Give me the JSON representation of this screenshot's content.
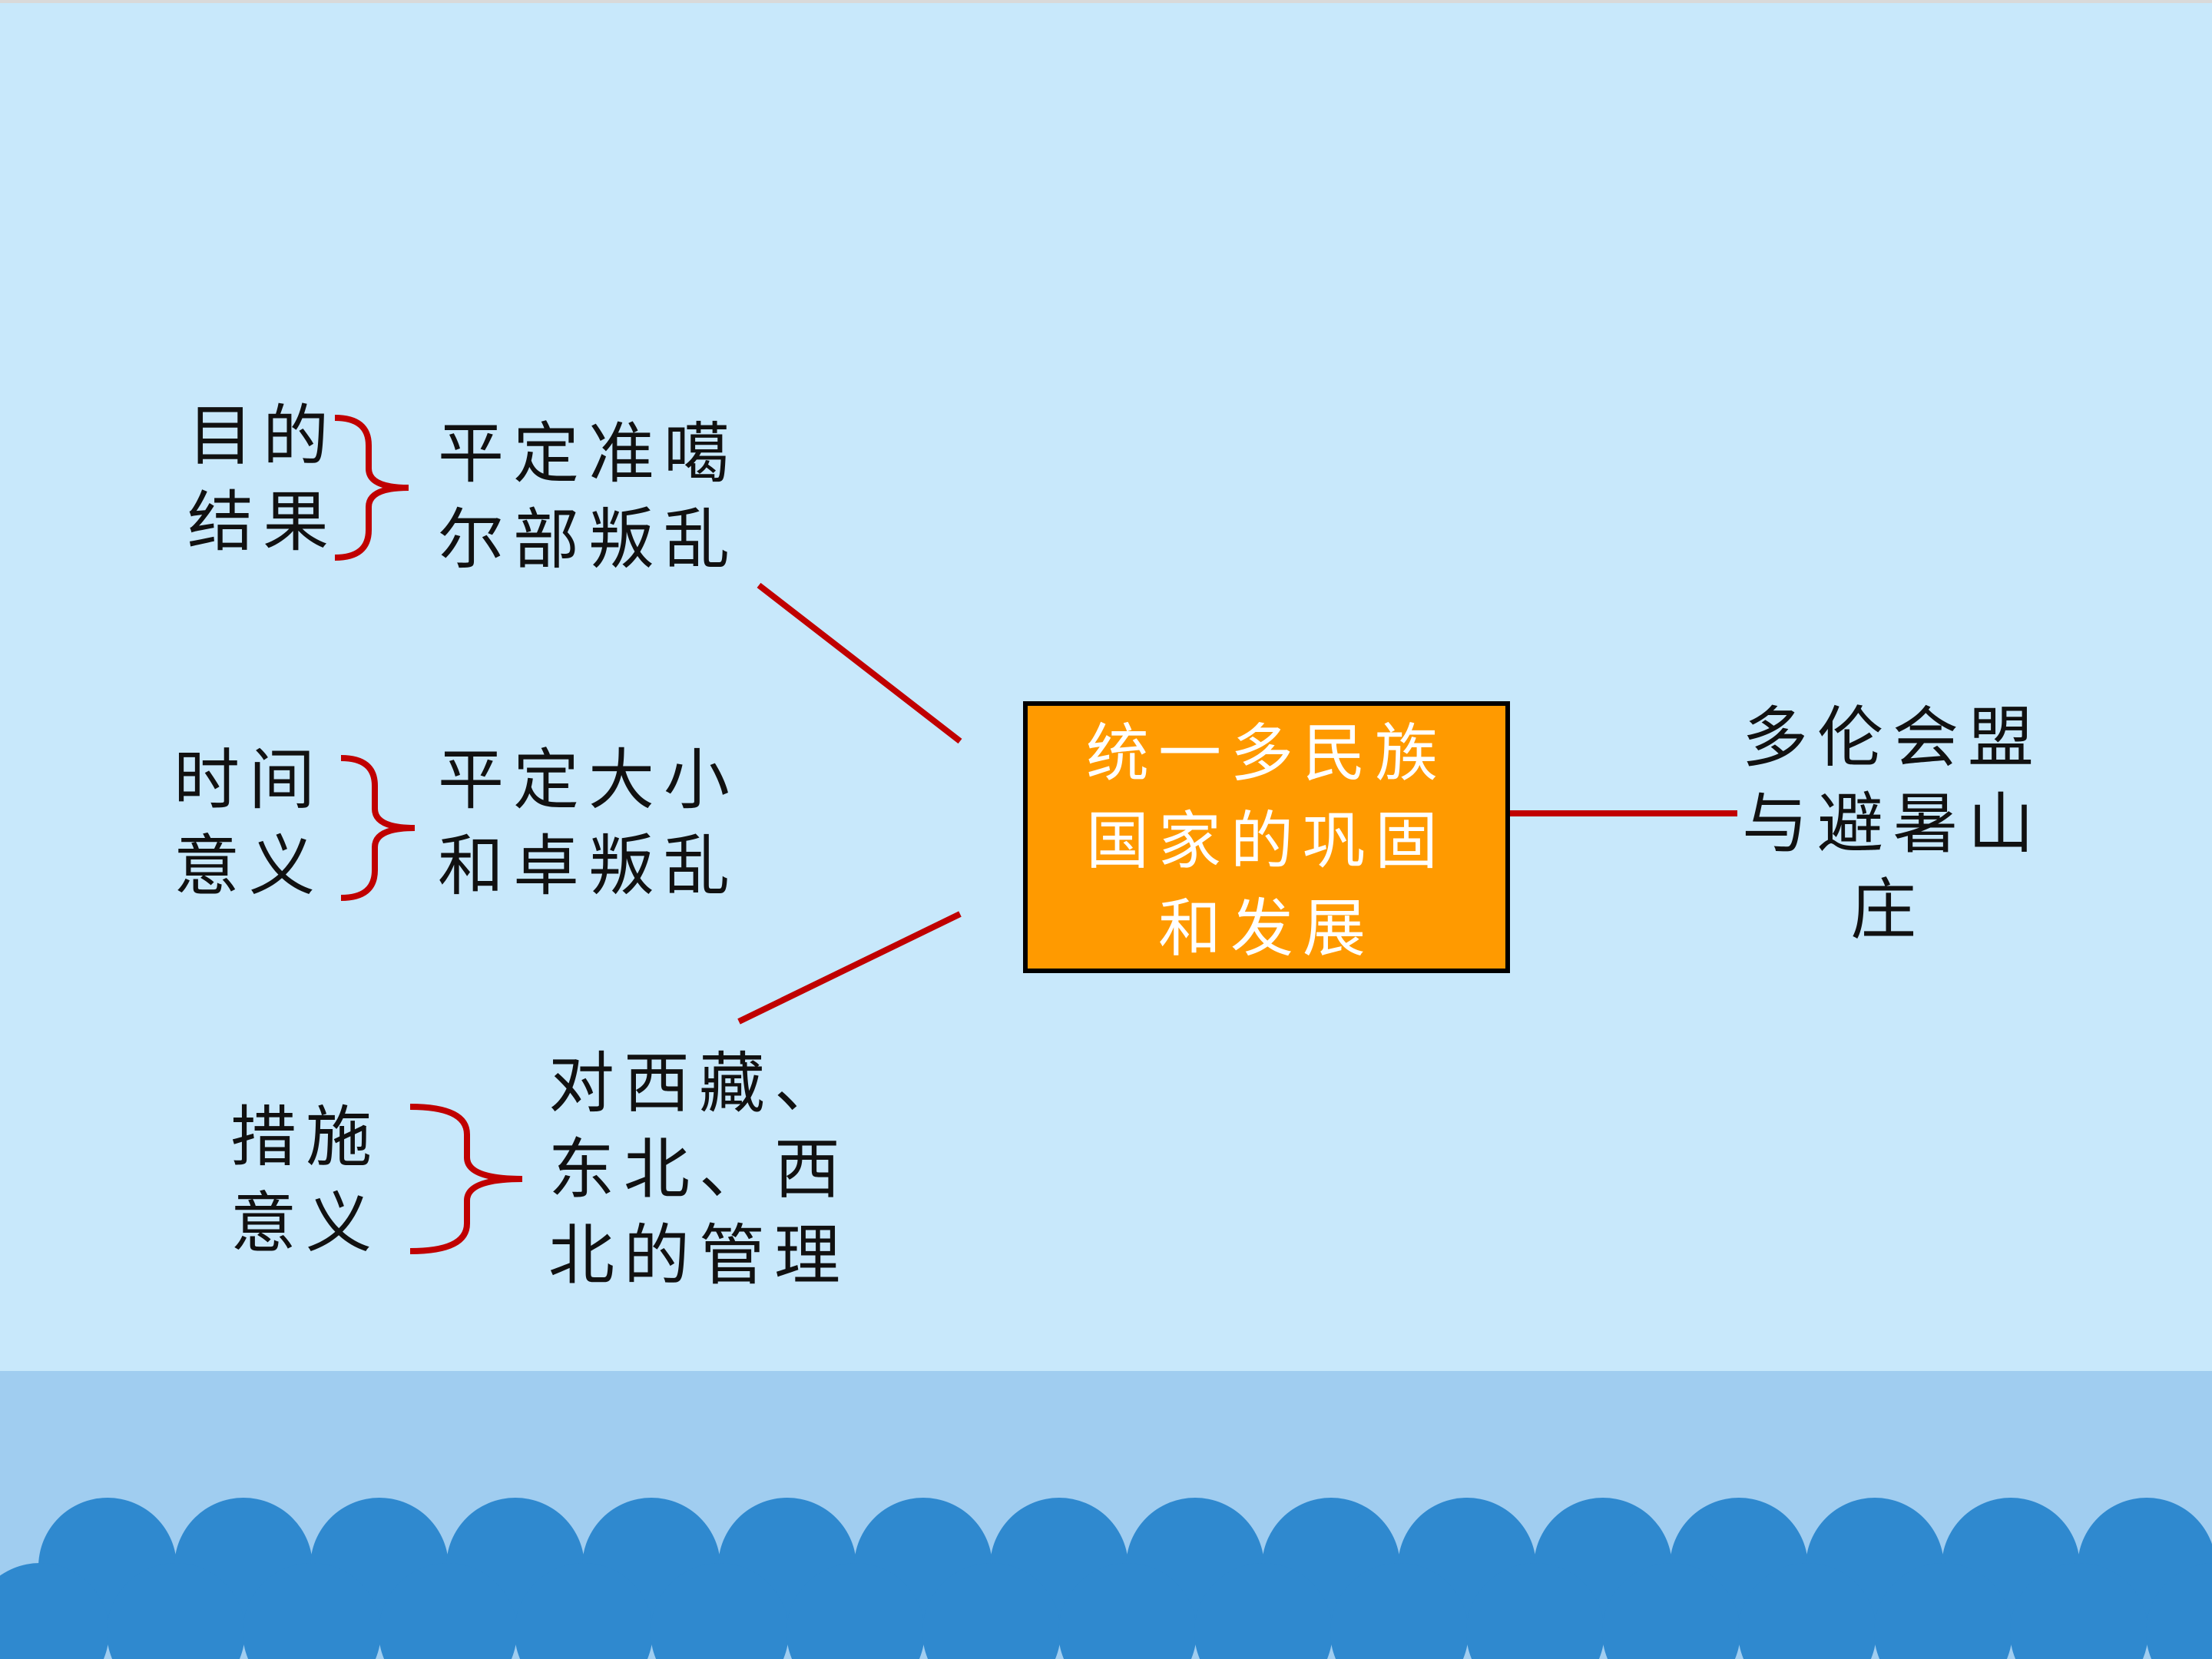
{
  "colors": {
    "background": "#c8e8fb",
    "band": "#a0cdf0",
    "wave": "#2f89cf",
    "connector": "#c00000",
    "center_box_fill": "#ff9a00",
    "center_box_border": "#000000",
    "center_box_text": "#ffffff"
  },
  "center": {
    "lines": [
      "统一多民族",
      "国家的巩固",
      "和发展"
    ]
  },
  "branch1": {
    "tags": [
      "目的",
      "结果"
    ],
    "lines": [
      "平定准噶",
      "尔部叛乱"
    ]
  },
  "branch2": {
    "tags": [
      "时间",
      "意义"
    ],
    "lines": [
      "平定大小",
      "和卓叛乱"
    ]
  },
  "branch3": {
    "tags": [
      "措施",
      "意义"
    ],
    "lines": [
      "对西藏、",
      "东北、西",
      "北的管理"
    ]
  },
  "right": {
    "lines": [
      "多伦会盟",
      "与避暑山",
      "庄"
    ]
  }
}
